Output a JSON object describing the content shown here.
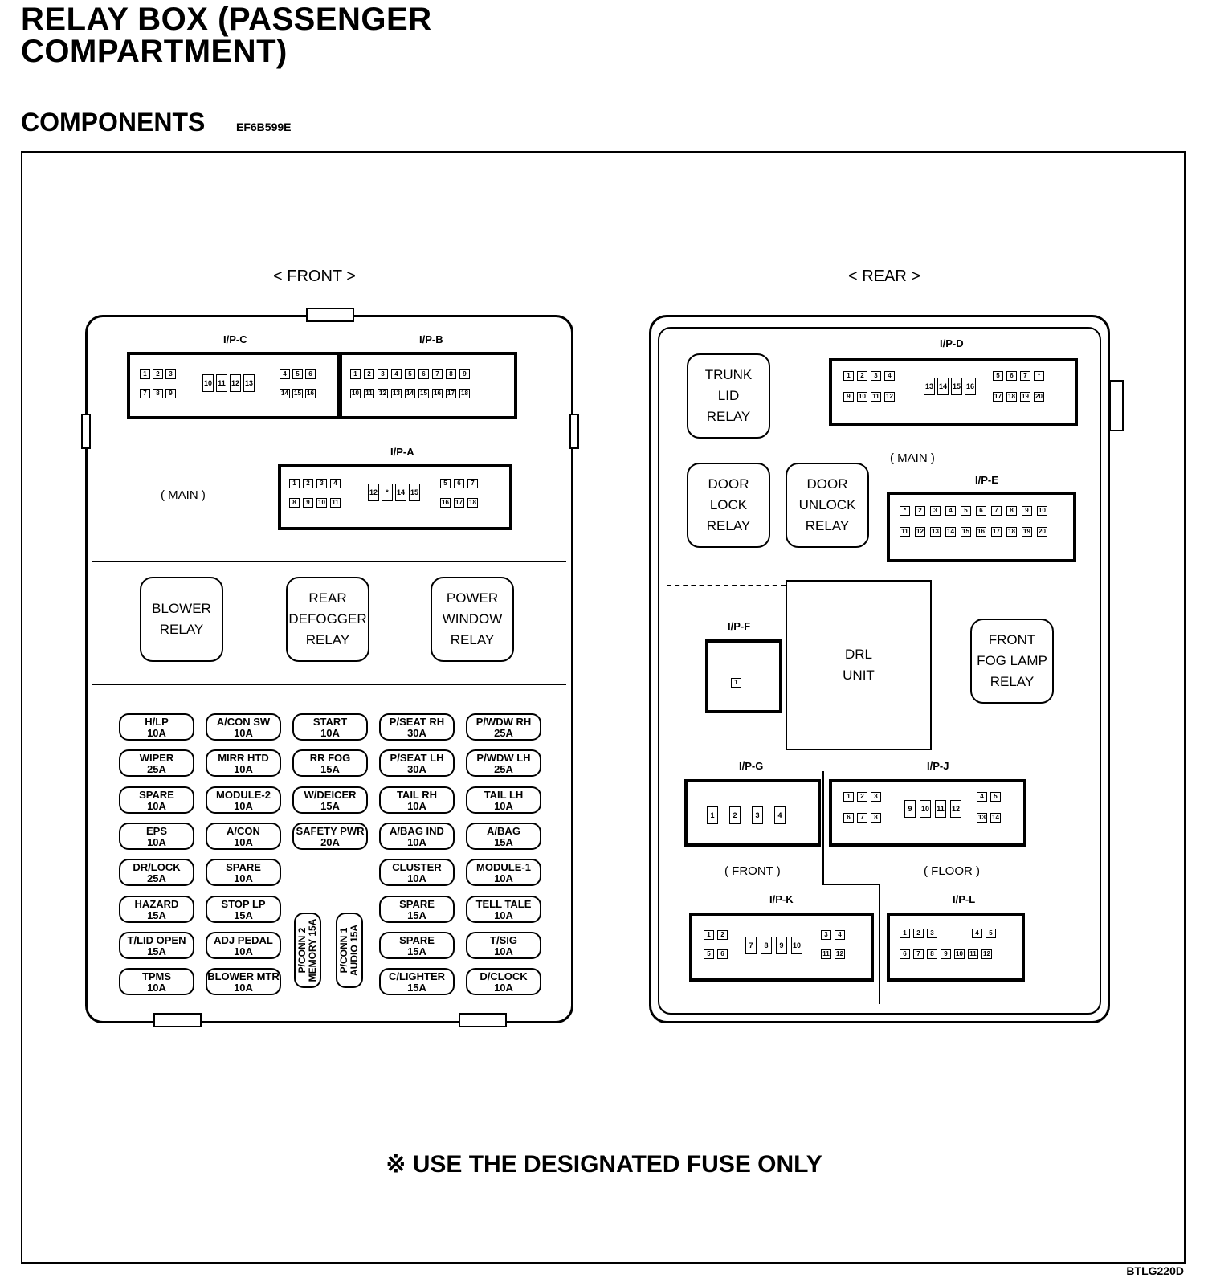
{
  "title_line1": "RELAY BOX (PASSENGER",
  "title_line2": "COMPARTMENT)",
  "subtitle": "COMPONENTS",
  "code": "EF6B599E",
  "front_label": "< FRONT >",
  "rear_label": "< REAR >",
  "note": "※ USE THE DESIGNATED FUSE ONLY",
  "corner_code": "BTLG220D",
  "front": {
    "main_label": "( MAIN )",
    "connectors": [
      {
        "name": "I/P-C"
      },
      {
        "name": "I/P-B"
      },
      {
        "name": "I/P-A"
      }
    ],
    "relays": [
      {
        "label": "BLOWER\nRELAY"
      },
      {
        "label": "REAR\nDEFOGGER\nRELAY"
      },
      {
        "label": "POWER\nWINDOW\nRELAY"
      }
    ],
    "fuses": [
      {
        "name": "H/LP",
        "amp": "10A"
      },
      {
        "name": "A/CON SW",
        "amp": "10A"
      },
      {
        "name": "START",
        "amp": "10A"
      },
      {
        "name": "P/SEAT RH",
        "amp": "30A"
      },
      {
        "name": "P/WDW RH",
        "amp": "25A"
      },
      {
        "name": "WIPER",
        "amp": "25A"
      },
      {
        "name": "MIRR HTD",
        "amp": "10A"
      },
      {
        "name": "RR FOG",
        "amp": "15A"
      },
      {
        "name": "P/SEAT LH",
        "amp": "30A"
      },
      {
        "name": "P/WDW LH",
        "amp": "25A"
      },
      {
        "name": "SPARE",
        "amp": "10A"
      },
      {
        "name": "MODULE-2",
        "amp": "10A"
      },
      {
        "name": "W/DEICER",
        "amp": "15A"
      },
      {
        "name": "TAIL RH",
        "amp": "10A"
      },
      {
        "name": "TAIL LH",
        "amp": "10A"
      },
      {
        "name": "EPS",
        "amp": "10A"
      },
      {
        "name": "A/CON",
        "amp": "10A"
      },
      {
        "name": "SAFETY PWR",
        "amp": "20A"
      },
      {
        "name": "A/BAG IND",
        "amp": "10A"
      },
      {
        "name": "A/BAG",
        "amp": "15A"
      },
      {
        "name": "DR/LOCK",
        "amp": "25A"
      },
      {
        "name": "SPARE",
        "amp": "10A"
      },
      {
        "name": "CLUSTER",
        "amp": "10A"
      },
      {
        "name": "MODULE-1",
        "amp": "10A"
      },
      {
        "name": "HAZARD",
        "amp": "15A"
      },
      {
        "name": "STOP LP",
        "amp": "15A"
      },
      {
        "name": "SPARE",
        "amp": "15A"
      },
      {
        "name": "TELL TALE",
        "amp": "10A"
      },
      {
        "name": "T/LID OPEN",
        "amp": "15A"
      },
      {
        "name": "ADJ PEDAL",
        "amp": "10A"
      },
      {
        "name": "SPARE",
        "amp": "15A"
      },
      {
        "name": "T/SIG",
        "amp": "10A"
      },
      {
        "name": "TPMS",
        "amp": "10A"
      },
      {
        "name": "BLOWER MTR",
        "amp": "10A"
      },
      {
        "name": "C/LIGHTER",
        "amp": "15A"
      },
      {
        "name": "D/CLOCK",
        "amp": "10A"
      }
    ],
    "vertical_fuses": [
      {
        "name": "P/CONN 2",
        "amp": "MEMORY 15A"
      },
      {
        "name": "P/CONN 1",
        "amp": "AUDIO 15A"
      }
    ]
  },
  "rear": {
    "main_label": "( MAIN )",
    "front_label": "( FRONT )",
    "floor_label": "( FLOOR )",
    "connectors": [
      {
        "name": "I/P-D"
      },
      {
        "name": "I/P-E"
      },
      {
        "name": "I/P-F"
      },
      {
        "name": "I/P-G"
      },
      {
        "name": "I/P-J"
      },
      {
        "name": "I/P-K"
      },
      {
        "name": "I/P-L"
      }
    ],
    "relays": [
      {
        "label": "TRUNK\nLID\nRELAY"
      },
      {
        "label": "DOOR\nLOCK\nRELAY"
      },
      {
        "label": "DOOR\nUNLOCK\nRELAY"
      },
      {
        "label": "FRONT\nFOG LAMP\nRELAY"
      }
    ],
    "drl_unit": "DRL\nUNIT"
  }
}
